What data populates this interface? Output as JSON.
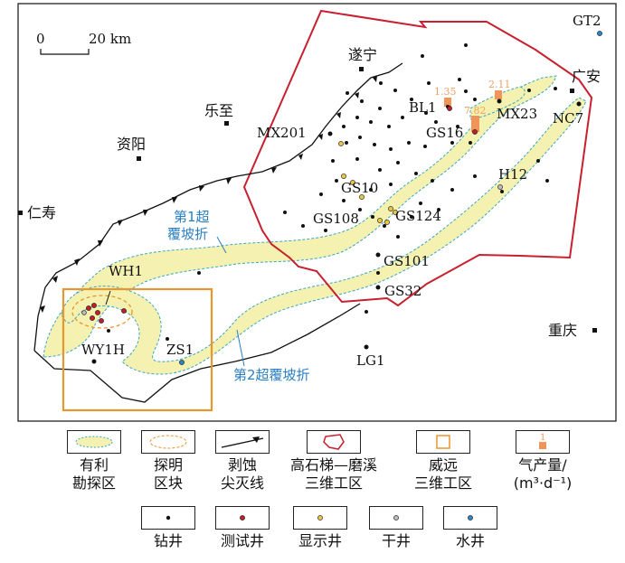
{
  "scale": {
    "zero": "0",
    "dist": "20 km"
  },
  "cities": {
    "suining": "遂宁",
    "guangan": "广安",
    "lezhi": "乐至",
    "ziyang": "资阳",
    "renshou": "仁寿",
    "chongqing": "重庆"
  },
  "wells": {
    "gt2": "GT2",
    "bl1": "BL1",
    "mx23": "MX23",
    "nc7": "NC7",
    "gs16": "GS16",
    "mx201": "MX201",
    "h12": "H12",
    "gs10": "GS10",
    "gs108": "GS108",
    "gs124": "GS124",
    "gs101": "GS101",
    "gs32": "GS32",
    "lg1": "LG1",
    "wh1": "WH1",
    "wy1h": "WY1H",
    "zs1": "ZS1"
  },
  "production": {
    "bl1": "1.35",
    "gs16": "7.82",
    "mx23": "2.11"
  },
  "slope_breaks": {
    "first_line1": "第1超",
    "first_line2": "覆坡折",
    "second": "第2超覆坡折"
  },
  "legend": {
    "favorable": "有利\n勘探区",
    "proven": "探明\n区块",
    "pinchout": "剥蚀\n尖灭线",
    "gaoshiti": "高石梯—磨溪\n三维工区",
    "weiyuan": "威远\n三维工区",
    "gas_yield": "气产量/\n(m³·d⁻¹)",
    "gas_yield_sample": "1",
    "drill": "钻井",
    "test": "测试井",
    "show": "显示井",
    "dry": "干井",
    "water": "水井"
  },
  "colors": {
    "favorable_fill": "#f5f1b0",
    "favorable_edge": "#3aa6c8",
    "gaoshiti_border": "#c8202e",
    "weiyuan_border": "#e8962e",
    "test_well": "#c0202a",
    "show_well": "#e8c64a",
    "dry_well": "#bbbbbb",
    "water_well": "#2a86c8",
    "bar": "#f0955a"
  }
}
